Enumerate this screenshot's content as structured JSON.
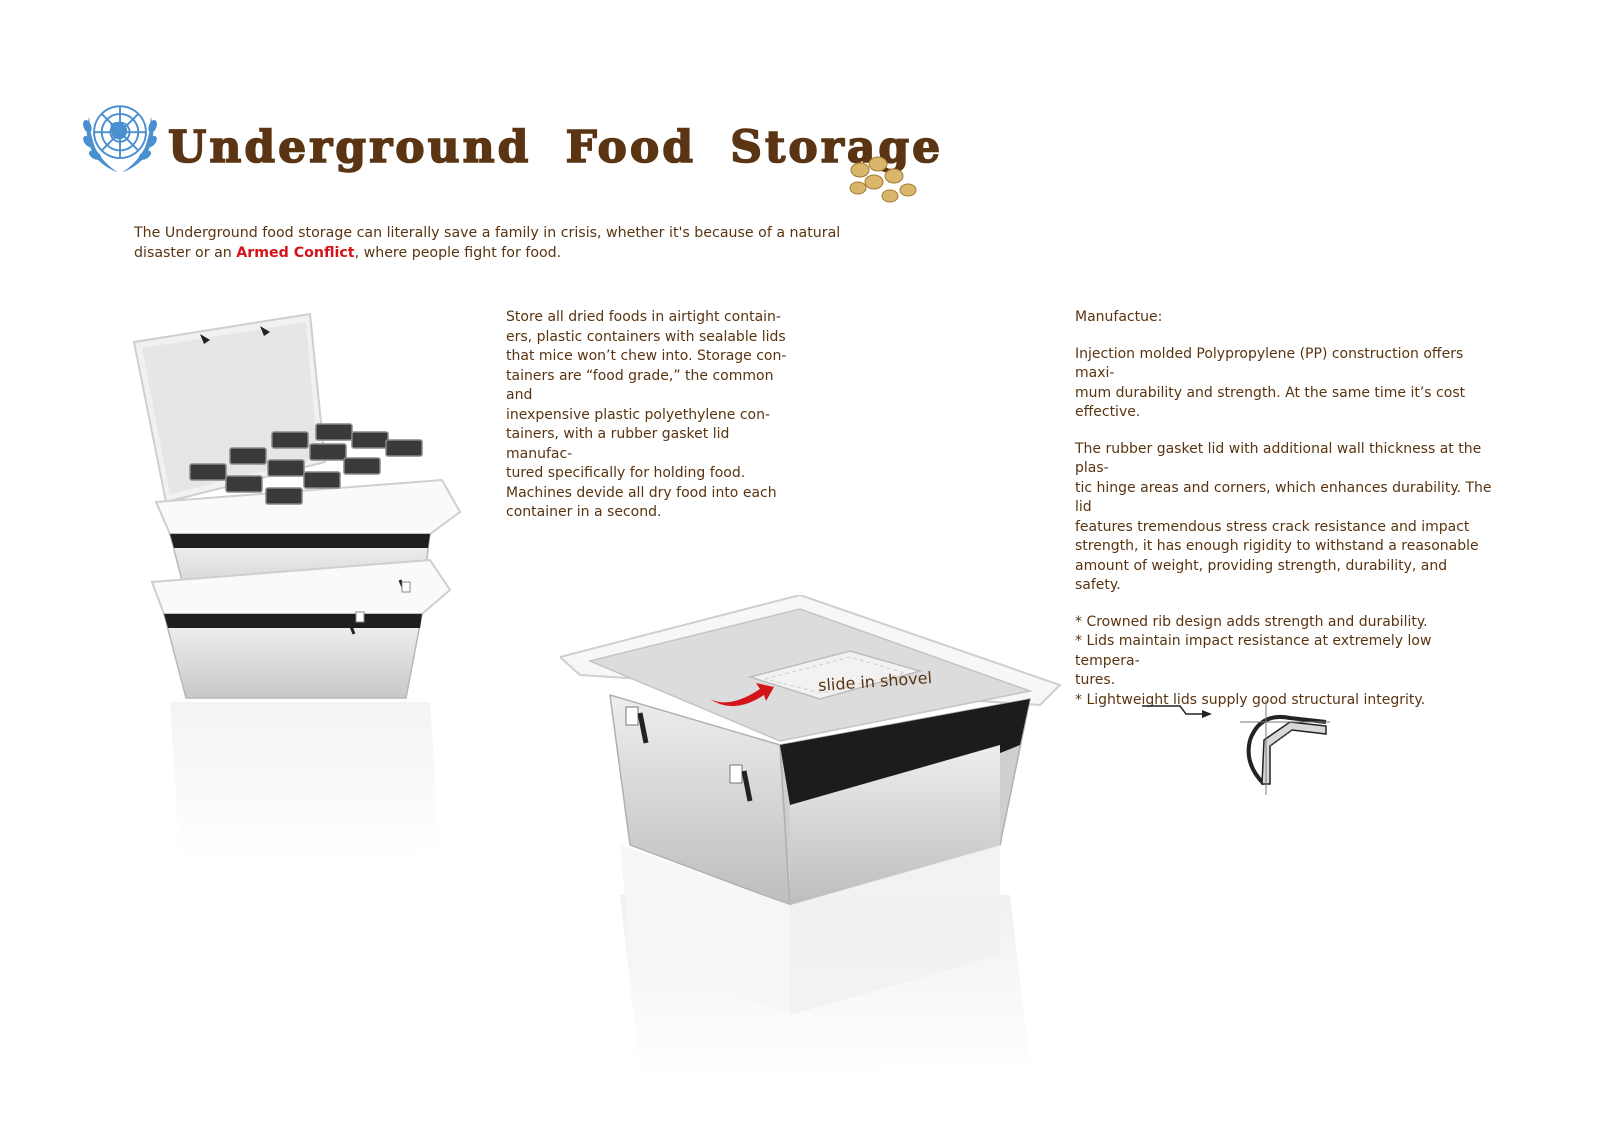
{
  "header": {
    "title": "Underground Food Storage",
    "logo": "un-emblem-icon",
    "decoration": "soybeans-icon"
  },
  "intro": {
    "text_before": "The Underground food storage can literally save a family in crisis, whether it's because of a natural disaster or an ",
    "highlight": "Armed Conflict",
    "text_after": ", where people fight for food."
  },
  "storage_description": {
    "paragraph1": "Store all dried foods in airtight contain-\ners, plastic containers with sealable lids\nthat mice won’t chew into. Storage con-\ntainers are “food grade,” the common and\ninexpensive plastic polyethylene con-\ntainers, with a rubber gasket lid manufac-\ntured specifically for holding food.",
    "paragraph2": "Machines devide all dry food into each\ncontainer in a second."
  },
  "manufacture": {
    "heading": "Manufactue:",
    "paragraph1": "Injection molded Polypropylene (PP) construction offers maxi-\nmum durability and strength. At the same time it’s cost effective.",
    "paragraph2": "The rubber gasket lid with additional wall thickness at the plas-\ntic hinge areas and corners, which enhances durability. The lid\nfeatures tremendous stress crack resistance and impact\nstrength, it has enough rigidity to withstand a reasonable\namount of weight, providing strength, durability, and safety.",
    "bullets": [
      "   * Crowned rib design adds strength and durability.",
      "   * Lids maintain impact resistance at extremely low tempera-\ntures.",
      "   * Lightweight lids supply good structural integrity."
    ]
  },
  "illustration": {
    "slide_label": "slide in shovel",
    "accent_color": "#d4141b",
    "title_color": "#5b3513"
  }
}
